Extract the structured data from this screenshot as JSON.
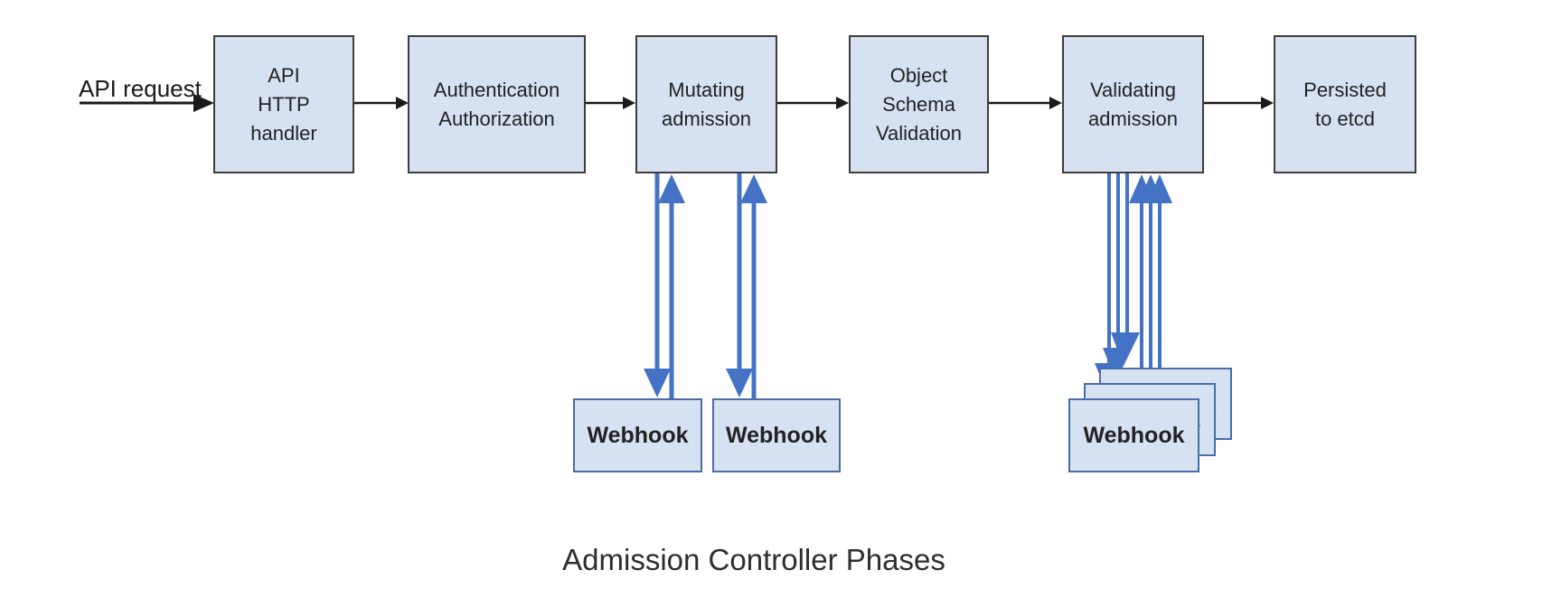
{
  "diagram": {
    "caption": "Admission Controller Phases",
    "input_label": "API request",
    "phases": [
      {
        "label": "API\nHTTP\nhandler"
      },
      {
        "label": "Authentication\nAuthorization"
      },
      {
        "label": "Mutating\nadmission"
      },
      {
        "label": "Object\nSchema\nValidation"
      },
      {
        "label": "Validating\nadmission"
      },
      {
        "label": "Persisted\nto etcd"
      }
    ],
    "webhooks": {
      "mutating": [
        {
          "label": "Webhook"
        },
        {
          "label": "Webhook"
        }
      ],
      "validating": [
        {
          "label": "Webhook"
        },
        {
          "label": "Webhook"
        },
        {
          "label": "Webhook"
        }
      ]
    },
    "colors": {
      "box_fill": "#d6e2f1",
      "box_border": "#3d3d3d",
      "webhook_border": "#4a6da8",
      "arrow_blue": "#4472c4",
      "arrow_black": "#1a1a1a",
      "text": "#222222",
      "caption_text": "#2e2e2e"
    }
  }
}
